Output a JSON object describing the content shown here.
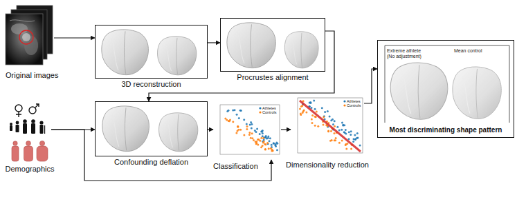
{
  "diagram": {
    "nodes": [
      {
        "text": [
          "Original images"
        ]
      },
      {
        "text": [
          "3D reconstruction"
        ]
      },
      {
        "text": [
          "Procrustes alignment"
        ]
      },
      {
        "text": [
          "Demographics"
        ]
      },
      {
        "text": [
          "Confounding deflation"
        ]
      },
      {
        "text": [
          "Classification"
        ]
      },
      {
        "text": [
          "Dimensionality reduction"
        ]
      },
      {
        "text": [
          "Extreme athlete (No adjustment)",
          "Mean control",
          "Most discriminating shape pattern"
        ]
      }
    ],
    "edges": [
      {
        "from": 0,
        "to": 1,
        "arrow": "to"
      },
      {
        "from": 1,
        "to": 2,
        "arrow": "to"
      },
      {
        "from": 2,
        "to": 4,
        "arrow": "to"
      },
      {
        "from": 3,
        "to": 4,
        "arrow": "to"
      },
      {
        "from": 3,
        "to": 5,
        "arrow": "to"
      },
      {
        "from": 4,
        "to": 5,
        "arrow": "to"
      },
      {
        "from": 5,
        "to": 6,
        "arrow": "to"
      },
      {
        "from": 6,
        "to": 7,
        "arrow": "to"
      }
    ],
    "labels": [
      "Athletes",
      "Controls",
      "Athletes",
      "Controls"
    ]
  }
}
